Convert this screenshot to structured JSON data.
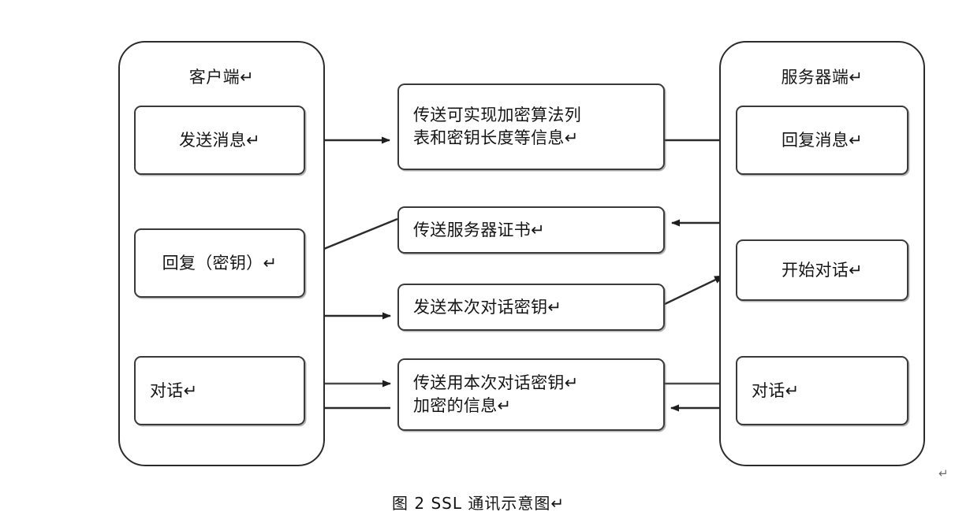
{
  "figure": {
    "caption": "图 2  SSL 通讯示意图↵",
    "stray_return_mark": "↵"
  },
  "client_panel": {
    "title": "客户端↵",
    "nodes": [
      {
        "id": "send-message",
        "label": "发送消息↵"
      },
      {
        "id": "reply-key",
        "label": "回复（密钥）↵"
      },
      {
        "id": "client-dialogue",
        "label": "对话↵"
      }
    ]
  },
  "server_panel": {
    "title": "服务器端↵",
    "nodes": [
      {
        "id": "reply-message",
        "label": "回复消息↵"
      },
      {
        "id": "start-dialogue",
        "label": "开始对话↵"
      },
      {
        "id": "server-dialogue",
        "label": "对话↵"
      }
    ]
  },
  "middle_nodes": [
    {
      "id": "cipher-list",
      "label": "传送可实现加密算法列\n表和密钥长度等信息↵"
    },
    {
      "id": "server-cert",
      "label": "传送服务器证书↵"
    },
    {
      "id": "session-key",
      "label": "发送本次对话密钥↵"
    },
    {
      "id": "encrypted-info",
      "label": "传送用本次对话密钥↵\n加密的信息↵"
    }
  ],
  "colors": {
    "stroke": "#2b2b2b",
    "node_stroke": "#3a3a3a",
    "background": "#ffffff",
    "text": "#151515"
  },
  "flows": [
    {
      "from": "send-message",
      "to": "cipher-list",
      "direction": "right"
    },
    {
      "from": "cipher-list",
      "to": "reply-message",
      "direction": "right"
    },
    {
      "from": "reply-message",
      "to": "server-cert",
      "direction": "left"
    },
    {
      "from": "server-cert",
      "to": "reply-key",
      "direction": "left"
    },
    {
      "from": "reply-key",
      "to": "session-key",
      "direction": "right"
    },
    {
      "from": "session-key",
      "to": "start-dialogue",
      "direction": "right"
    },
    {
      "from": "client-dialogue",
      "to": "encrypted-info",
      "direction": "right"
    },
    {
      "from": "encrypted-info",
      "to": "server-dialogue",
      "direction": "right"
    },
    {
      "from": "server-dialogue",
      "to": "encrypted-info",
      "direction": "left"
    },
    {
      "from": "encrypted-info",
      "to": "client-dialogue",
      "direction": "left"
    }
  ]
}
